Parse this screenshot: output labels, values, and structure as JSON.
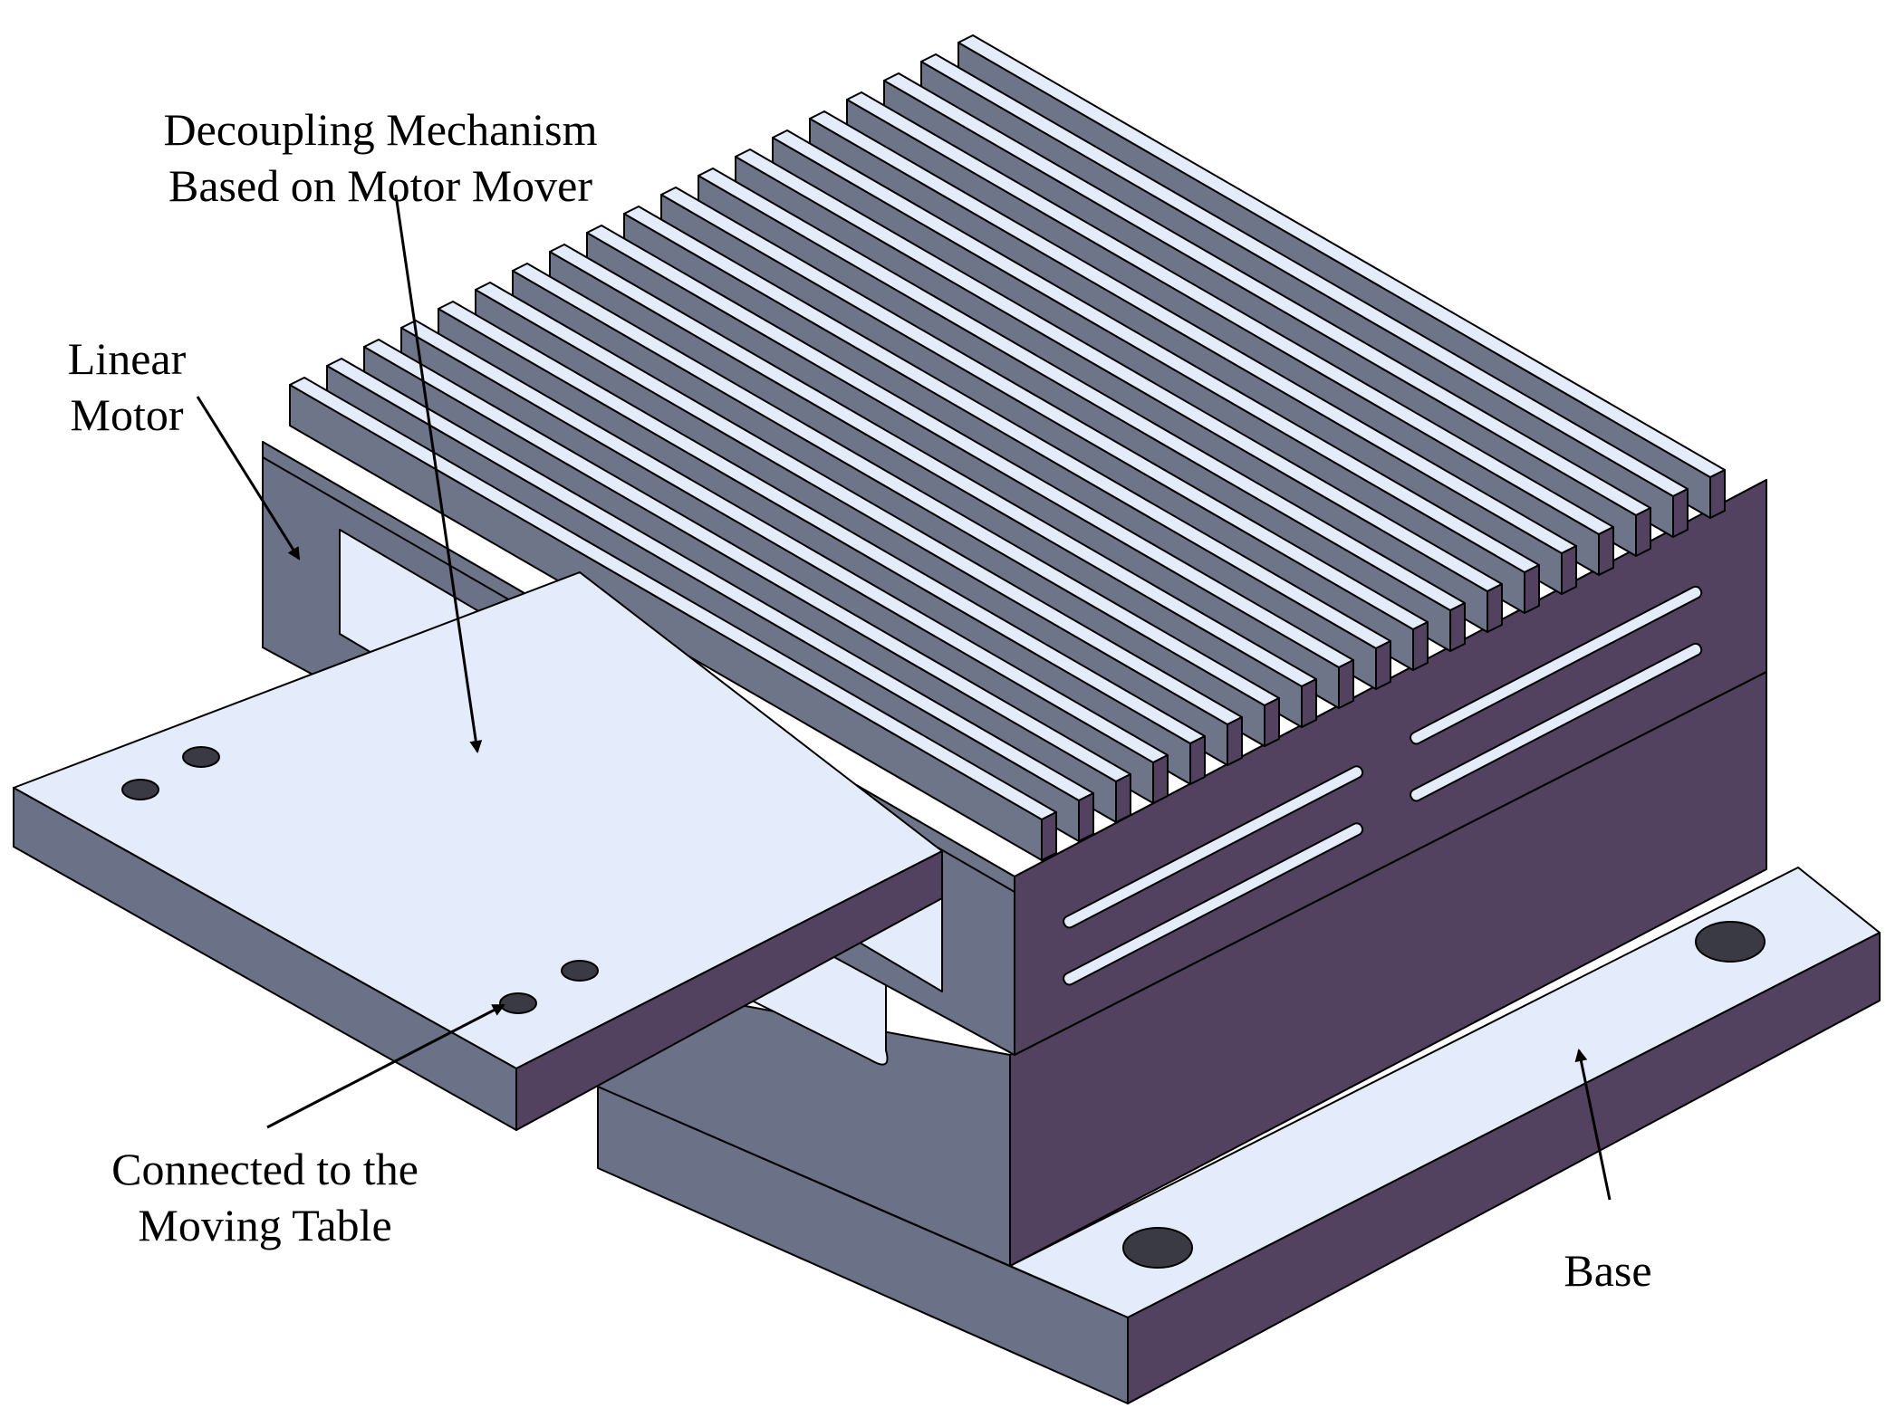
{
  "labels": {
    "decoupling": {
      "line1": "Decoupling Mechanism",
      "line2": "Based on Motor Mover"
    },
    "linear_motor": {
      "line1": "Linear",
      "line2": "Motor"
    },
    "connected": {
      "line1": "Connected to the",
      "line2": "Moving Table"
    },
    "base": {
      "line1": "Base"
    }
  },
  "colors": {
    "top_face": "#e4ecfb",
    "side_light": "#6b7187",
    "side_dark": "#52425f",
    "fin_side": "#6f7589",
    "outline": "#000000"
  }
}
